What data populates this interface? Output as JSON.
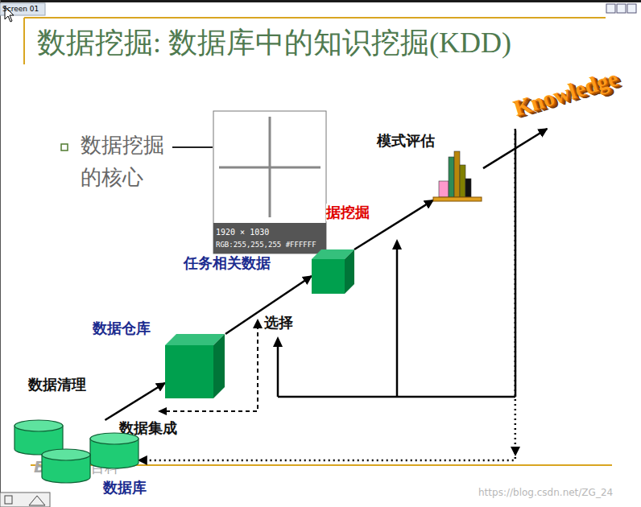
{
  "diagram": {
    "title": "数据挖掘: 数据库中的知识挖掘(KDD)",
    "nodes": [
      {
        "text": [
          "数据库"
        ]
      },
      {
        "text": [
          "数据仓库"
        ]
      },
      {
        "text": [
          "任务相关数据"
        ]
      },
      {
        "text": [
          "模式评估"
        ]
      },
      {
        "text": [
          "Knowledge"
        ]
      }
    ],
    "edges": [
      {
        "from": 0,
        "to": 1,
        "arrow": "to",
        "label": "数据清理"
      },
      {
        "from": 1,
        "to": 2,
        "arrow": "to",
        "label": "选择"
      },
      {
        "from": 2,
        "to": 3,
        "arrow": "to",
        "label": "据挖掘"
      },
      {
        "from": 3,
        "to": 4,
        "arrow": "to"
      },
      {
        "from": 4,
        "to": 0,
        "arrow": "to"
      }
    ],
    "labels": [
      "Screen 01",
      "数据挖掘的核心",
      "1920 × 1030",
      "RGB:255,255,255 #FFFFFF",
      "数据集成",
      "Bai",
      "百科",
      "https://blog.csdn.net/ZG_24"
    ]
  }
}
